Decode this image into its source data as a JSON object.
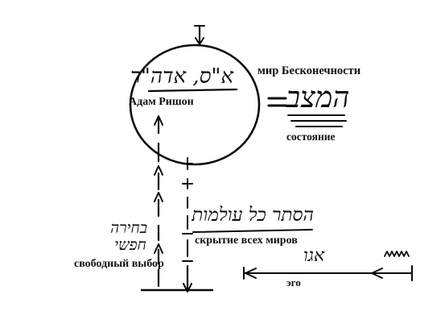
{
  "labels": {
    "ain_sof": "мир Бесконечности",
    "adam": "Адам Ришон",
    "state": "состояние",
    "hiding": "скрытие всех миров",
    "free_choice": "свободный выбор",
    "ego": "эго"
  },
  "hebrew": {
    "ohr_ein_sof": "א\"ס, אדה\"ר",
    "ha_matzav": "המצב",
    "hester": "הסתר כל עולמות",
    "bechira_1": "בחירה",
    "bechira_2": "חפשי",
    "ego": "אגו"
  },
  "colors": {
    "ink": "#0a0a0a",
    "paper": "#ffffff"
  }
}
